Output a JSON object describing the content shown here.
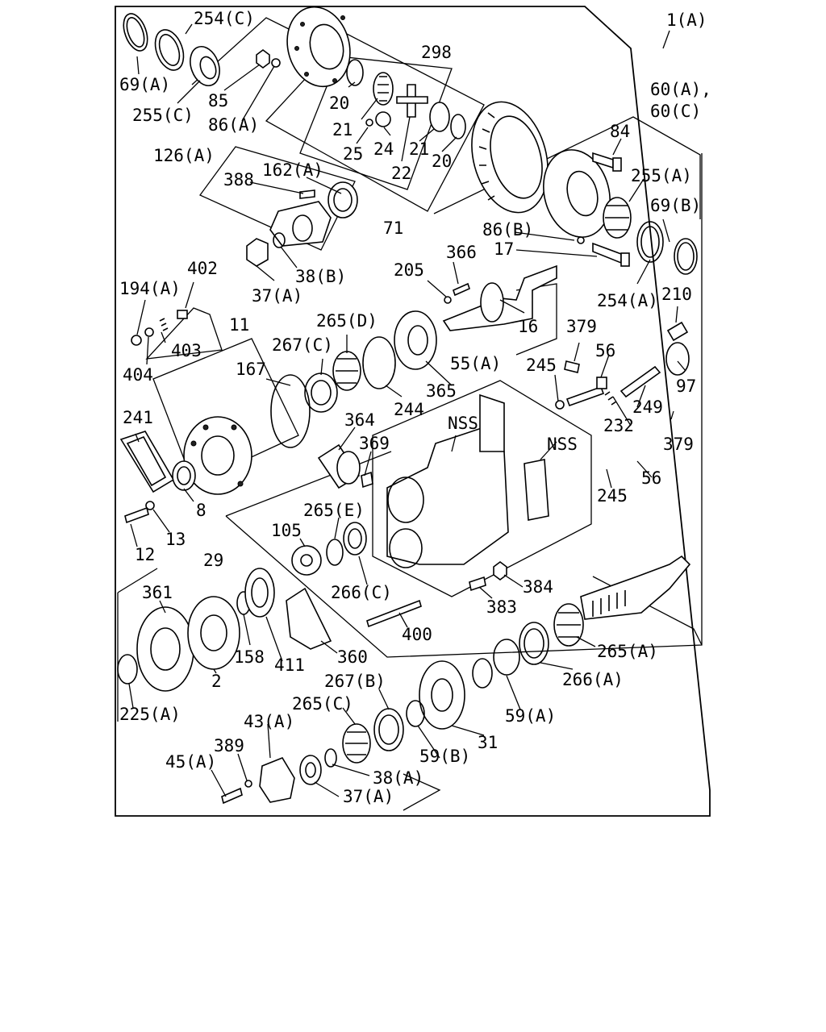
{
  "diagram": {
    "labels": [
      {
        "id": "1A",
        "text": "1(A)"
      },
      {
        "id": "60A",
        "text": "60(A),"
      },
      {
        "id": "60C",
        "text": "60(C)"
      },
      {
        "id": "254C",
        "text": "254(C)"
      },
      {
        "id": "69A",
        "text": "69(A)"
      },
      {
        "id": "255C",
        "text": "255(C)"
      },
      {
        "id": "85",
        "text": "85"
      },
      {
        "id": "86A",
        "text": "86(A)"
      },
      {
        "id": "298",
        "text": "298"
      },
      {
        "id": "20a",
        "text": "20"
      },
      {
        "id": "21a",
        "text": "21"
      },
      {
        "id": "25",
        "text": "25"
      },
      {
        "id": "24",
        "text": "24"
      },
      {
        "id": "21b",
        "text": "21"
      },
      {
        "id": "22",
        "text": "22"
      },
      {
        "id": "20b",
        "text": "20"
      },
      {
        "id": "84",
        "text": "84"
      },
      {
        "id": "255A",
        "text": "255(A)"
      },
      {
        "id": "126A",
        "text": "126(A)"
      },
      {
        "id": "162A",
        "text": "162(A)"
      },
      {
        "id": "388",
        "text": "388"
      },
      {
        "id": "71",
        "text": "71"
      },
      {
        "id": "86B",
        "text": "86(B)"
      },
      {
        "id": "17",
        "text": "17"
      },
      {
        "id": "69B",
        "text": "69(B)"
      },
      {
        "id": "37A",
        "text": "37(A)"
      },
      {
        "id": "38B",
        "text": "38(B)"
      },
      {
        "id": "402",
        "text": "402"
      },
      {
        "id": "194A",
        "text": "194(A)"
      },
      {
        "id": "366",
        "text": "366"
      },
      {
        "id": "205",
        "text": "205"
      },
      {
        "id": "16",
        "text": "16"
      },
      {
        "id": "254A",
        "text": "254(A)"
      },
      {
        "id": "210",
        "text": "210"
      },
      {
        "id": "403",
        "text": "403"
      },
      {
        "id": "404",
        "text": "404"
      },
      {
        "id": "11",
        "text": "11"
      },
      {
        "id": "265D",
        "text": "265(D)"
      },
      {
        "id": "267C",
        "text": "267(C)"
      },
      {
        "id": "379a",
        "text": "379"
      },
      {
        "id": "56a",
        "text": "56"
      },
      {
        "id": "55A",
        "text": "55(A)"
      },
      {
        "id": "245a",
        "text": "245"
      },
      {
        "id": "97",
        "text": "97"
      },
      {
        "id": "167",
        "text": "167"
      },
      {
        "id": "244",
        "text": "244"
      },
      {
        "id": "365",
        "text": "365"
      },
      {
        "id": "249",
        "text": "249"
      },
      {
        "id": "241",
        "text": "241"
      },
      {
        "id": "364",
        "text": "364"
      },
      {
        "id": "NSSa",
        "text": "NSS"
      },
      {
        "id": "NSSb",
        "text": "NSS"
      },
      {
        "id": "232",
        "text": "232"
      },
      {
        "id": "379b",
        "text": "379"
      },
      {
        "id": "369",
        "text": "369"
      },
      {
        "id": "56b",
        "text": "56"
      },
      {
        "id": "245b",
        "text": "245"
      },
      {
        "id": "8",
        "text": "8"
      },
      {
        "id": "13",
        "text": "13"
      },
      {
        "id": "12",
        "text": "12"
      },
      {
        "id": "265E",
        "text": "265(E)"
      },
      {
        "id": "105",
        "text": "105"
      },
      {
        "id": "29",
        "text": "29"
      },
      {
        "id": "384",
        "text": "384"
      },
      {
        "id": "383",
        "text": "383"
      },
      {
        "id": "361",
        "text": "361"
      },
      {
        "id": "266C",
        "text": "266(C)"
      },
      {
        "id": "400",
        "text": "400"
      },
      {
        "id": "265A",
        "text": "265(A)"
      },
      {
        "id": "158",
        "text": "158"
      },
      {
        "id": "360",
        "text": "360"
      },
      {
        "id": "411",
        "text": "411"
      },
      {
        "id": "2",
        "text": "2"
      },
      {
        "id": "266A",
        "text": "266(A)"
      },
      {
        "id": "267B",
        "text": "267(B)"
      },
      {
        "id": "265C",
        "text": "265(C)"
      },
      {
        "id": "59A",
        "text": "59(A)"
      },
      {
        "id": "225A",
        "text": "225(A)"
      },
      {
        "id": "43A",
        "text": "43(A)"
      },
      {
        "id": "389",
        "text": "389"
      },
      {
        "id": "59B",
        "text": "59(B)"
      },
      {
        "id": "31",
        "text": "31"
      },
      {
        "id": "45A",
        "text": "45(A)"
      },
      {
        "id": "38A",
        "text": "38(A)"
      },
      {
        "id": "37Ab",
        "text": "37(A)"
      }
    ]
  }
}
